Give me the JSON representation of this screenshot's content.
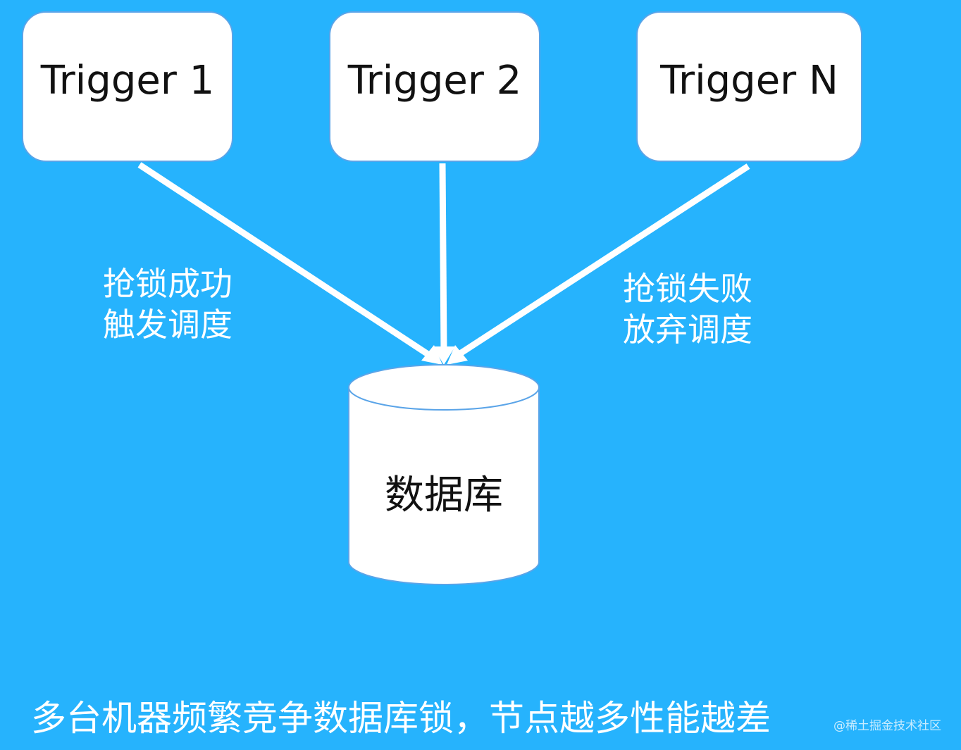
{
  "diagram": {
    "nodes": {
      "trigger_1": "Trigger 1",
      "trigger_2": "Trigger 2",
      "trigger_n": "Trigger N",
      "database": "数据库"
    },
    "annotations": {
      "success_line1": "抢锁成功",
      "success_line2": "触发调度",
      "fail_line1": "抢锁失败",
      "fail_line2": "放弃调度"
    },
    "caption": "多台机器频繁竞争数据库锁，节点越多性能越差",
    "watermark": "@稀土掘金技术社区",
    "colors": {
      "background": "#26b3fd",
      "node_fill": "#ffffff",
      "node_border": "#5aa4e8",
      "connector": "#ffffff",
      "text_on_node": "#111111",
      "text_on_background": "#ffffff"
    }
  }
}
